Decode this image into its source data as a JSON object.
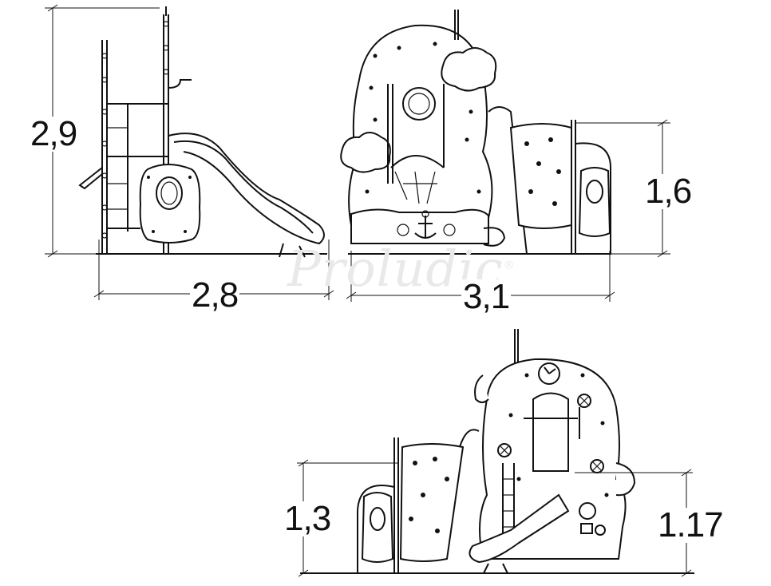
{
  "watermark": {
    "text": "Proludic",
    "mark": "®"
  },
  "dimensions": {
    "height_total": "2,9",
    "length_side": "2,8",
    "length_front": "3,1",
    "height_panel_front": "1,6",
    "height_panel_back": "1,3",
    "height_platform": "1.17"
  },
  "colors": {
    "line": "#111111",
    "background": "#ffffff",
    "watermark": "#e9e9e9"
  }
}
